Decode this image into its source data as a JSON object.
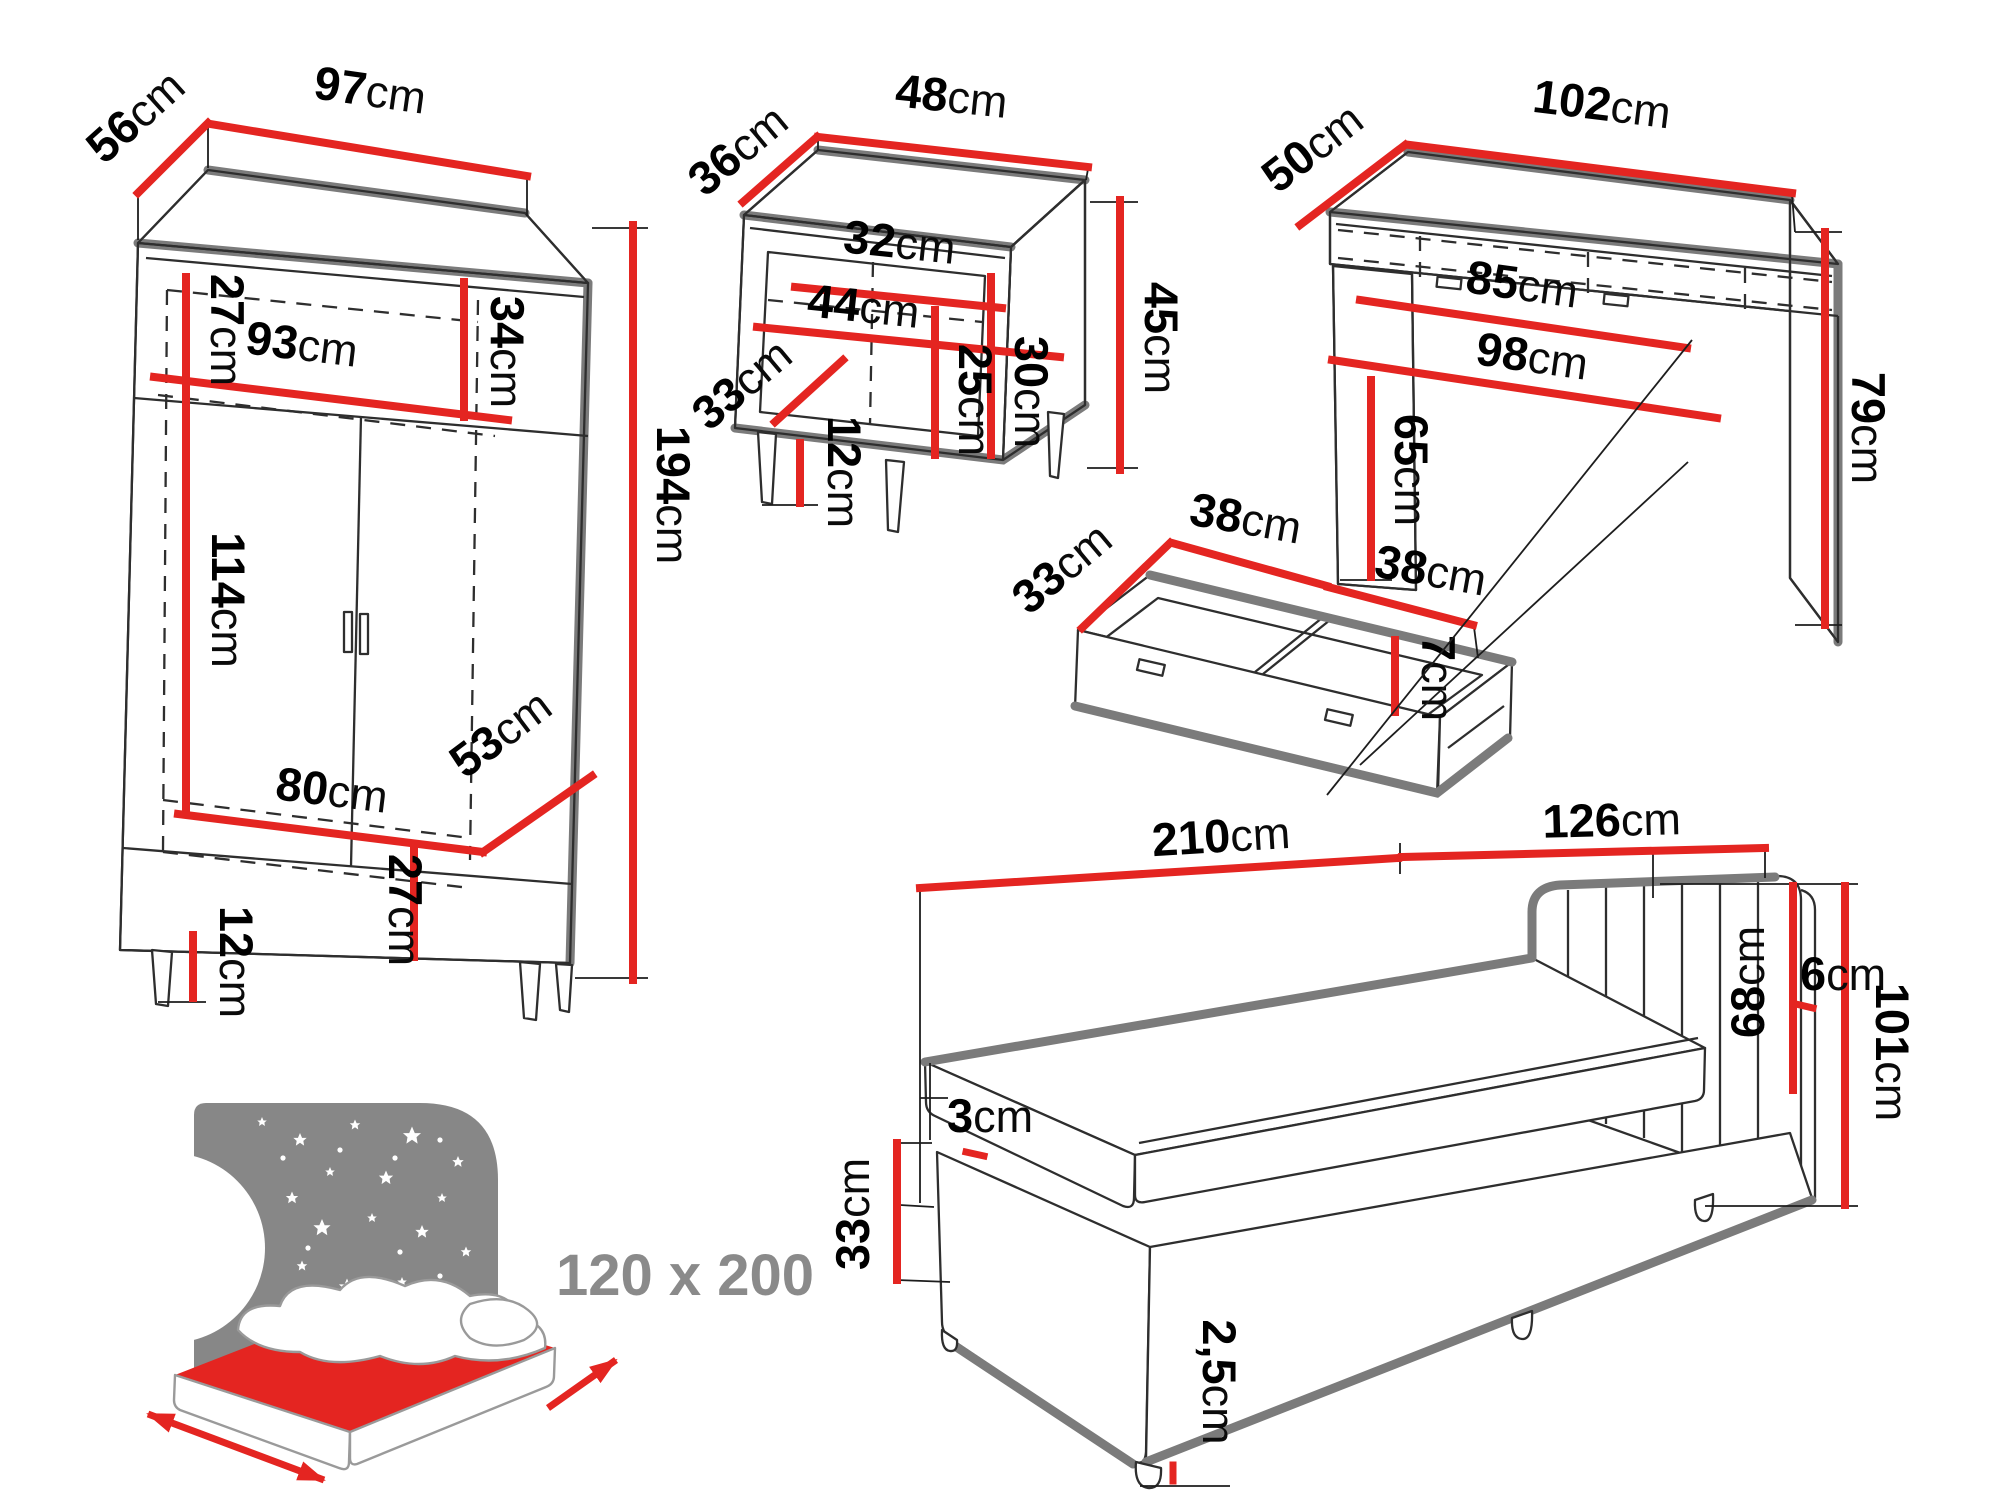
{
  "title": "Bedroom furniture set dimensions diagram",
  "unit_default": "cm",
  "colors": {
    "dimension_red": "#e42521",
    "outline_dark": "#2e2e2e",
    "shadow_gray": "#7b7b7b",
    "icon_gray": "#878787",
    "icon_text_gray": "#8a8a8a",
    "background": "#ffffff"
  },
  "wardrobe": {
    "width": {
      "v": "97",
      "u": "cm"
    },
    "depth": {
      "v": "56",
      "u": "cm"
    },
    "height": {
      "v": "194",
      "u": "cm"
    },
    "top_left_height": {
      "v": "27",
      "u": "cm"
    },
    "top_right_height": {
      "v": "34",
      "u": "cm"
    },
    "inner_width": {
      "v": "93",
      "u": "cm"
    },
    "hanging_height": {
      "v": "114",
      "u": "cm"
    },
    "bottom_inner_width": {
      "v": "80",
      "u": "cm"
    },
    "bottom_inner_depth": {
      "v": "53",
      "u": "cm"
    },
    "leg_height": {
      "v": "12",
      "u": "cm"
    },
    "bottom_section_height": {
      "v": "27",
      "u": "cm"
    }
  },
  "nightstand": {
    "depth": {
      "v": "36",
      "u": "cm"
    },
    "width": {
      "v": "48",
      "u": "cm"
    },
    "height": {
      "v": "45",
      "u": "cm"
    },
    "inner_width_top": {
      "v": "32",
      "u": "cm"
    },
    "inner_width": {
      "v": "44",
      "u": "cm"
    },
    "inner_height_front": {
      "v": "25",
      "u": "cm"
    },
    "inner_height_back": {
      "v": "30",
      "u": "cm"
    },
    "inner_depth": {
      "v": "33",
      "u": "cm"
    },
    "leg_height": {
      "v": "12",
      "u": "cm"
    }
  },
  "desk": {
    "depth": {
      "v": "50",
      "u": "cm"
    },
    "width": {
      "v": "102",
      "u": "cm"
    },
    "drawer_width": {
      "v": "85",
      "u": "cm"
    },
    "inner_width": {
      "v": "98",
      "u": "cm"
    },
    "height": {
      "v": "79",
      "u": "cm"
    },
    "legroom_height": {
      "v": "65",
      "u": "cm"
    }
  },
  "underbed_drawer": {
    "depth": {
      "v": "33",
      "u": "cm"
    },
    "left_compartment_width": {
      "v": "38",
      "u": "cm"
    },
    "right_compartment_width": {
      "v": "38",
      "u": "cm"
    },
    "inner_height": {
      "v": "7",
      "u": "cm"
    }
  },
  "bed": {
    "length": {
      "v": "210",
      "u": "cm"
    },
    "headboard_width": {
      "v": "126",
      "u": "cm"
    },
    "mattress_offset": {
      "v": "3",
      "u": "cm"
    },
    "base_height": {
      "v": "33",
      "u": "cm"
    },
    "headboard_above_mattress": {
      "v": "68",
      "u": "cm"
    },
    "headboard_thickness": {
      "v": "6",
      "u": "cm"
    },
    "total_height": {
      "v": "101",
      "u": "cm"
    },
    "leg_height": {
      "v": "2,5",
      "u": "cm"
    }
  },
  "mattress_icon": {
    "size_label": "120 x 200"
  }
}
